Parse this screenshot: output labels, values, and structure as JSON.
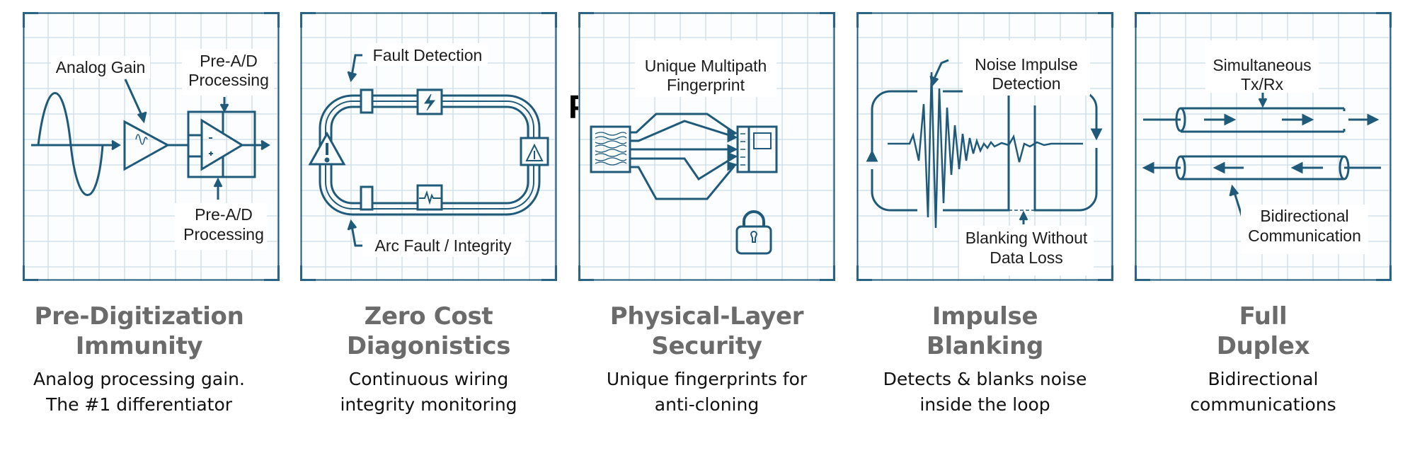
{
  "stray_glyph": "P",
  "colors": {
    "stroke": "#1f5a7a",
    "corner": "#2a6383",
    "grid": "#cddde6",
    "title": "#6b6b6b",
    "desc": "#111111"
  },
  "features": [
    {
      "id": "pre-digitization",
      "title": [
        "Pre-Digitization",
        "Immunity"
      ],
      "desc": [
        "Analog processing gain.",
        "The #1 differentiator"
      ],
      "diagram": {
        "labels": [
          "Analog Gain",
          "Pre-A/D",
          "Processing",
          "Pre-A/D",
          "Processing"
        ],
        "icons": [
          "sine-wave-icon",
          "amplifier-triangle-icon",
          "op-amp-block-icon"
        ]
      }
    },
    {
      "id": "zero-cost-diagnostics",
      "title": [
        "Zero Cost",
        "Diagonistics"
      ],
      "desc": [
        "Continuous wiring",
        "integrity monitoring"
      ],
      "diagram": {
        "labels": [
          "Fault Detection",
          "Arc Fault / Integrity"
        ],
        "icons": [
          "wiring-loop-icon",
          "lightning-icon",
          "warning-triangle-icon",
          "pulse-icon",
          "connector-icon"
        ]
      }
    },
    {
      "id": "physical-layer-security",
      "title": [
        "Physical-Layer",
        "Security"
      ],
      "desc": [
        "Unique fingerprints for",
        "anti-cloning"
      ],
      "diagram": {
        "labels": [
          "Unique Multipath",
          "Fingerprint"
        ],
        "icons": [
          "fingerprint-icon",
          "multipath-arrows-icon",
          "receiver-device-icon",
          "padlock-icon"
        ]
      }
    },
    {
      "id": "impulse-blanking",
      "title": [
        "Impulse",
        "Blanking"
      ],
      "desc": [
        "Detects & blanks noise",
        "inside the loop"
      ],
      "diagram": {
        "labels": [
          "Noise Impulse",
          "Detection",
          "Blanking Without",
          "Data Loss"
        ],
        "icons": [
          "impulse-waveform-icon",
          "loop-arrows-icon"
        ]
      }
    },
    {
      "id": "full-duplex",
      "title": [
        "Full",
        "Duplex"
      ],
      "desc": [
        "Bidirectional",
        "communications"
      ],
      "diagram": {
        "labels": [
          "Simultaneous",
          "Tx/Rx",
          "Bidirectional",
          "Communication"
        ],
        "icons": [
          "tx-pipe-icon",
          "rx-pipe-icon",
          "arrow-right-icon",
          "arrow-left-icon"
        ]
      }
    }
  ]
}
